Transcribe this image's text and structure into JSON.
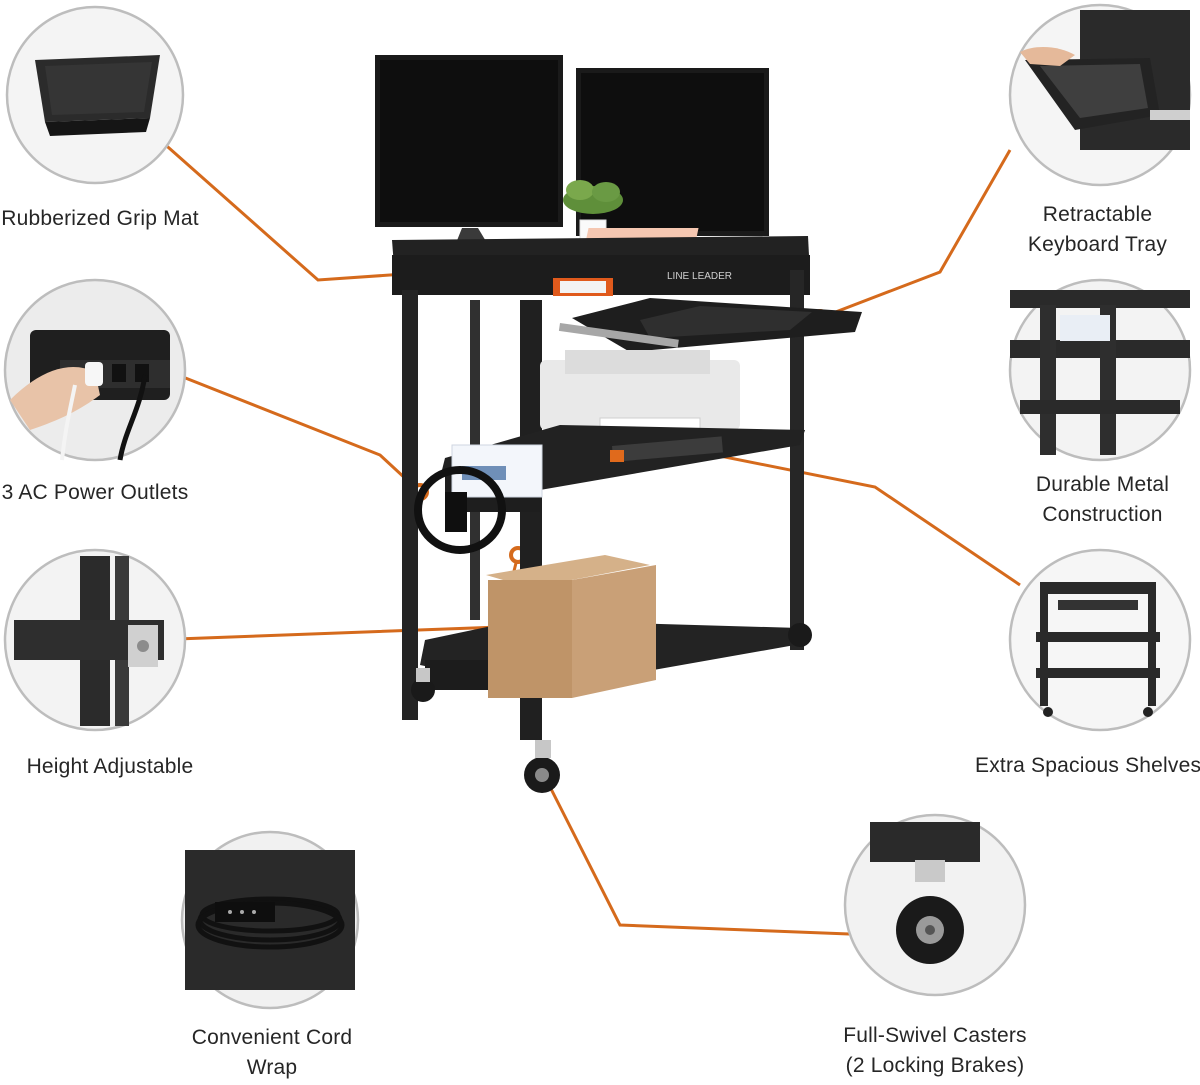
{
  "colors": {
    "accent": "#d56a1c",
    "ring": "#bdbdbd",
    "metal": "#2a2a2a",
    "text": "#262626"
  },
  "features": [
    {
      "id": "grip-mat",
      "lines": [
        "Rubberized Grip Mat"
      ]
    },
    {
      "id": "power-outlets",
      "lines": [
        "3 AC Power Outlets"
      ]
    },
    {
      "id": "height-adjustable",
      "lines": [
        "Height Adjustable"
      ]
    },
    {
      "id": "cord-wrap",
      "lines": [
        "Convenient Cord",
        "Wrap"
      ]
    },
    {
      "id": "keyboard-tray",
      "lines": [
        "Retractable",
        "Keyboard Tray"
      ]
    },
    {
      "id": "metal-construction",
      "lines": [
        "Durable Metal",
        "Construction"
      ]
    },
    {
      "id": "spacious-shelves",
      "lines": [
        "Extra Spacious Shelves"
      ]
    },
    {
      "id": "casters",
      "lines": [
        "Full-Swivel Casters",
        "(2 Locking Brakes)"
      ]
    }
  ],
  "product": {
    "brand": "LINE LEADER"
  }
}
